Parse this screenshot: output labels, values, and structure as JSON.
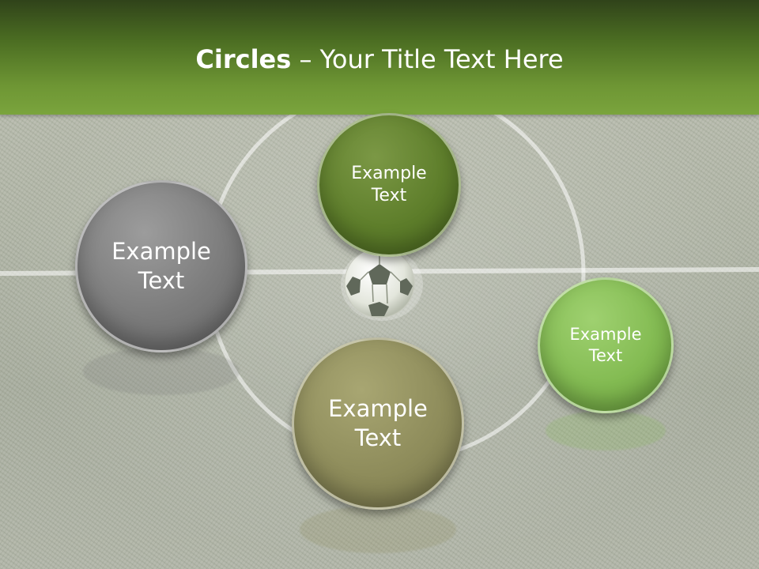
{
  "header": {
    "title_bold": "Circles",
    "title_rest": " – Your Title Text Here"
  },
  "circles": [
    {
      "label_line1": "Example",
      "label_line2": "Text",
      "color": "#7b7b7b"
    },
    {
      "label_line1": "Example",
      "label_line2": "Text",
      "color": "#5e7e2b"
    },
    {
      "label_line1": "Example",
      "label_line2": "Text",
      "color": "#8e8c5b"
    },
    {
      "label_line1": "Example",
      "label_line2": "Text",
      "color": "#83bb52"
    }
  ],
  "colors": {
    "header_dark": "#30431a",
    "header_light": "#7aa43d",
    "field": "#a9ae9f"
  }
}
